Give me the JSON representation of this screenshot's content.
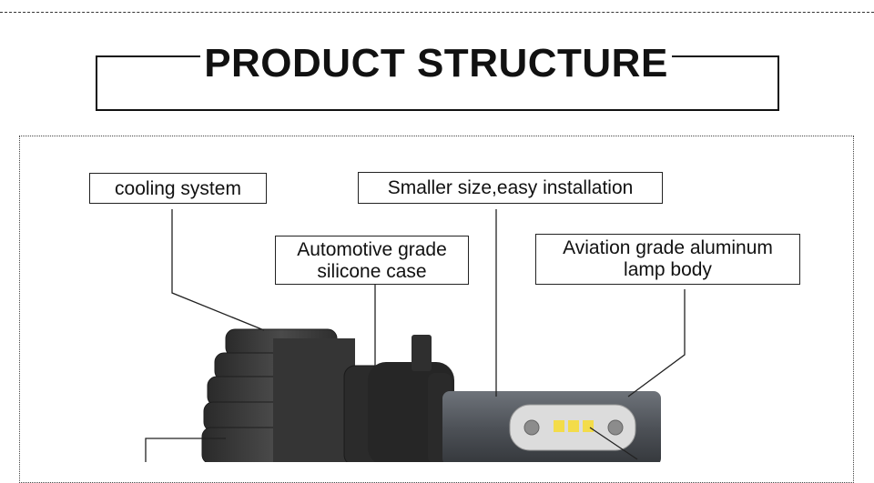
{
  "title": "PRODUCT  STRUCTURE",
  "labels": {
    "cooling_system": "cooling system",
    "smaller_size": "Smaller size,easy installation",
    "silicone_case_line1": "Automotive grade",
    "silicone_case_line2": "silicone case",
    "lamp_body_line1": "Aviation grade aluminum",
    "lamp_body_line2": "lamp body"
  },
  "colors": {
    "frame": "#111111",
    "heatsink": "#3c3c3c",
    "body": "#565a60",
    "led_chip": "#f3dc4a"
  }
}
